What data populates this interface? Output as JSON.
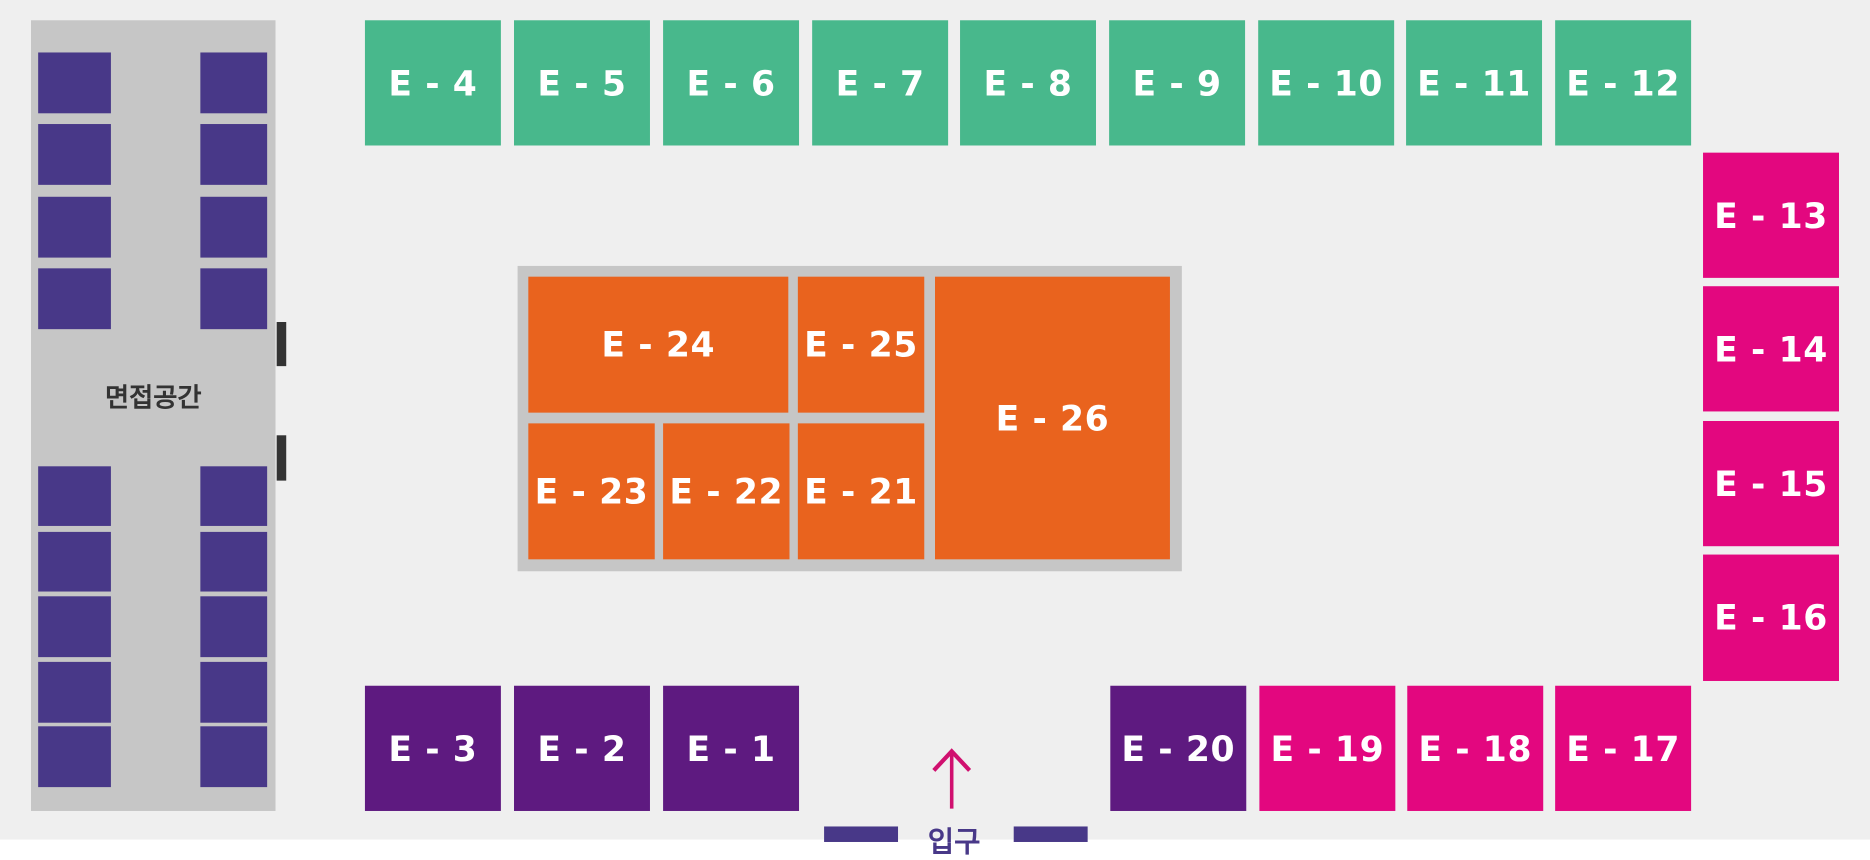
{
  "interview_area": {
    "label": "면접공간",
    "seat_count": 18
  },
  "entrance": {
    "label": "입구"
  },
  "colors": {
    "green": "#48b88c",
    "pink": "#e3077f",
    "purple": "#5e1a80",
    "orange": "#e9631e",
    "seat": "#483888"
  },
  "booths": [
    {
      "label": "E - 1",
      "group": "purple"
    },
    {
      "label": "E - 2",
      "group": "purple"
    },
    {
      "label": "E - 3",
      "group": "purple"
    },
    {
      "label": "E - 4",
      "group": "green"
    },
    {
      "label": "E - 5",
      "group": "green"
    },
    {
      "label": "E - 6",
      "group": "green"
    },
    {
      "label": "E - 7",
      "group": "green"
    },
    {
      "label": "E - 8",
      "group": "green"
    },
    {
      "label": "E - 9",
      "group": "green"
    },
    {
      "label": "E - 10",
      "group": "green"
    },
    {
      "label": "E - 11",
      "group": "green"
    },
    {
      "label": "E - 12",
      "group": "green"
    },
    {
      "label": "E - 13",
      "group": "pink"
    },
    {
      "label": "E - 14",
      "group": "pink"
    },
    {
      "label": "E - 15",
      "group": "pink"
    },
    {
      "label": "E - 16",
      "group": "pink"
    },
    {
      "label": "E - 17",
      "group": "pink"
    },
    {
      "label": "E - 18",
      "group": "pink"
    },
    {
      "label": "E - 19",
      "group": "pink"
    },
    {
      "label": "E - 20",
      "group": "purple"
    },
    {
      "label": "E - 21",
      "group": "orange"
    },
    {
      "label": "E - 22",
      "group": "orange"
    },
    {
      "label": "E - 23",
      "group": "orange"
    },
    {
      "label": "E - 24",
      "group": "orange"
    },
    {
      "label": "E - 25",
      "group": "orange"
    },
    {
      "label": "E - 26",
      "group": "orange"
    }
  ]
}
